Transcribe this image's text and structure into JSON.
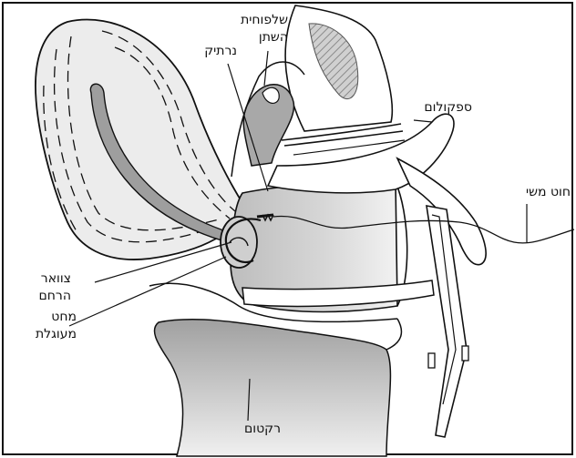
{
  "labels": {
    "bladder_line1": "שלפוחית",
    "bladder_line2": "השתן",
    "vagina": "נרתיק",
    "speculum": "ספקולום",
    "silk_thread": "חוט משי",
    "cervix_line1": "צוואר",
    "cervix_line2": "הרחם",
    "needle_line1": "מחט",
    "needle_line2": "מעוגלת",
    "rectum": "רקטום"
  },
  "colors": {
    "line": "#111111",
    "tissue_dark": "#a8a8a8",
    "tissue_mid": "#c9c9c9",
    "tissue_light": "#e6e6e6",
    "background": "#ffffff"
  }
}
